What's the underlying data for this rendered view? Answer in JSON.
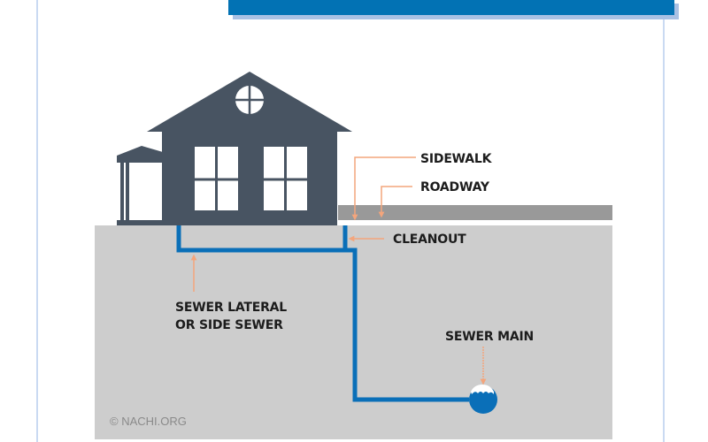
{
  "diagram": {
    "labels": {
      "sidewalk": "SIDEWALK",
      "roadway": "ROADWAY",
      "cleanout": "CLEANOUT",
      "sewer_lateral_line1": "SEWER LATERAL",
      "sewer_lateral_line2": "OR SIDE SEWER",
      "sewer_main": "SEWER MAIN"
    },
    "credit": "© NACHI.ORG"
  },
  "colors": {
    "banner": "#0272b4",
    "banner_shadow": "#a9c1e4",
    "frame_line": "#b9cdee",
    "house": "#485462",
    "ground": "#cdcdcd",
    "road": "#999999",
    "pipe": "#0a6fb8",
    "arrow": "#f4a57c",
    "label_text": "#1c1c1c",
    "credit_text": "#8a8a8a"
  }
}
